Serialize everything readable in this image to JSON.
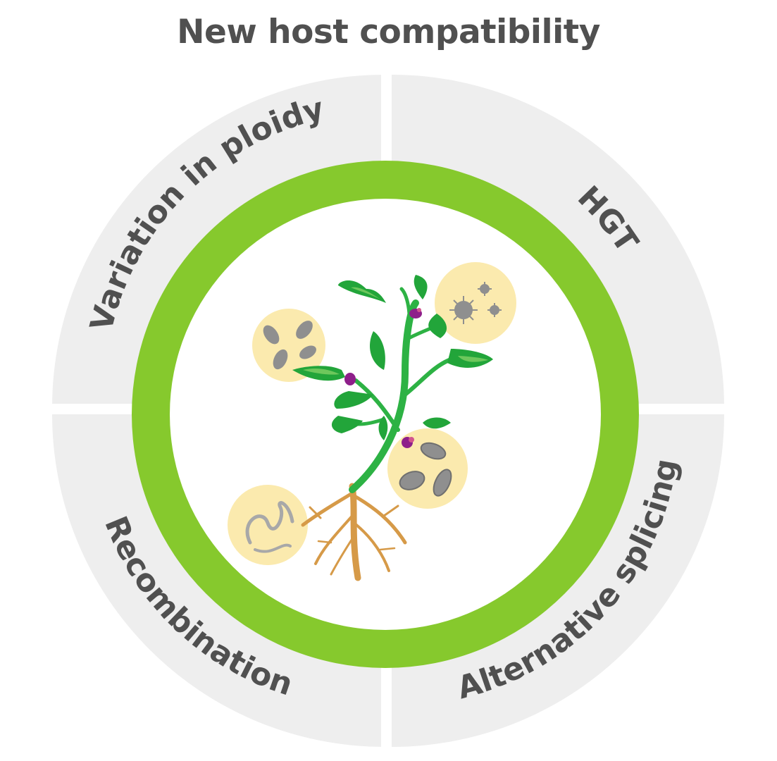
{
  "title": "New host compatibility",
  "segments": [
    {
      "label": "Variation in ploidy"
    },
    {
      "label": "HGT"
    },
    {
      "label": "Alternative splicing"
    },
    {
      "label": "Recombination"
    }
  ],
  "colors": {
    "segment_fill": "#eeeeee",
    "ring": "#86c92d",
    "text": "#505050",
    "bubble": "#fbeaae",
    "leaf": "#22a53a",
    "leaf_light": "#8dd66b",
    "root": "#d69a48",
    "flower": "#8e1f8a",
    "microbe": "#8f8f8f"
  },
  "icons": [
    "spore-bubble-icon",
    "virus-bubble-icon",
    "bacteria-bubble-icon",
    "nematode-bubble-icon",
    "plant-icon"
  ]
}
